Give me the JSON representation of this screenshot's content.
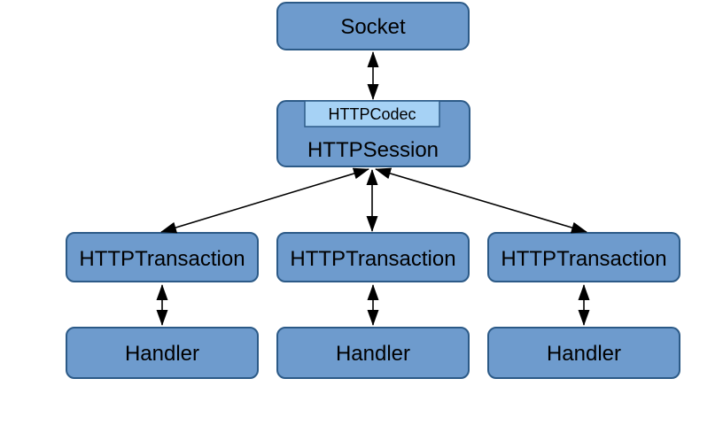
{
  "diagram": {
    "nodes": {
      "socket": {
        "label": "Socket"
      },
      "codec": {
        "label": "HTTPCodec"
      },
      "session": {
        "label": "HTTPSession"
      },
      "transactions": [
        {
          "label": "HTTPTransaction"
        },
        {
          "label": "HTTPTransaction"
        },
        {
          "label": "HTTPTransaction"
        }
      ],
      "handlers": [
        {
          "label": "Handler"
        },
        {
          "label": "Handler"
        },
        {
          "label": "Handler"
        }
      ]
    },
    "edges": [
      {
        "from": "Socket",
        "to": "HTTPSession",
        "style": "double-arrow"
      },
      {
        "from": "HTTPSession",
        "to": "HTTPTransaction-left",
        "style": "double-arrow"
      },
      {
        "from": "HTTPSession",
        "to": "HTTPTransaction-middle",
        "style": "double-arrow"
      },
      {
        "from": "HTTPSession",
        "to": "HTTPTransaction-right",
        "style": "double-arrow"
      },
      {
        "from": "HTTPTransaction-left",
        "to": "Handler-left",
        "style": "double-arrow"
      },
      {
        "from": "HTTPTransaction-middle",
        "to": "Handler-middle",
        "style": "double-arrow"
      },
      {
        "from": "HTTPTransaction-right",
        "to": "Handler-right",
        "style": "double-arrow"
      }
    ],
    "colors": {
      "node_fill": "#6e9bcd",
      "node_border": "#2c5a87",
      "codec_fill": "#a6d2f5",
      "codec_border": "#2e5c8a",
      "arrow": "#000000",
      "text": "#000000",
      "background": "#ffffff"
    }
  }
}
